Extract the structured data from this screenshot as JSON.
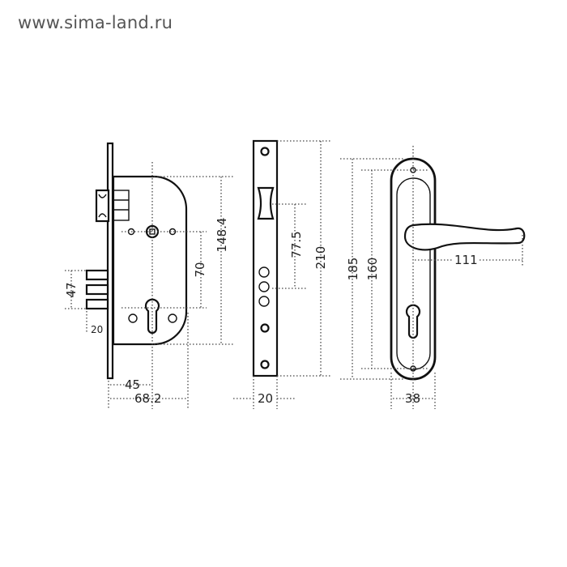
{
  "watermark": "www.sima-land.ru",
  "dimensions": {
    "lock_body": {
      "backset_height": "47",
      "bolt_throw": "20",
      "backset": "45",
      "depth": "68.2",
      "center_distance": "70",
      "body_height": "148.4"
    },
    "strike_plate": {
      "latch_to_bolt": "77.5",
      "length": "210",
      "width": "20"
    },
    "handle": {
      "plate_length": "185",
      "screw_distance": "160",
      "lever_length": "111",
      "plate_width": "38"
    }
  }
}
